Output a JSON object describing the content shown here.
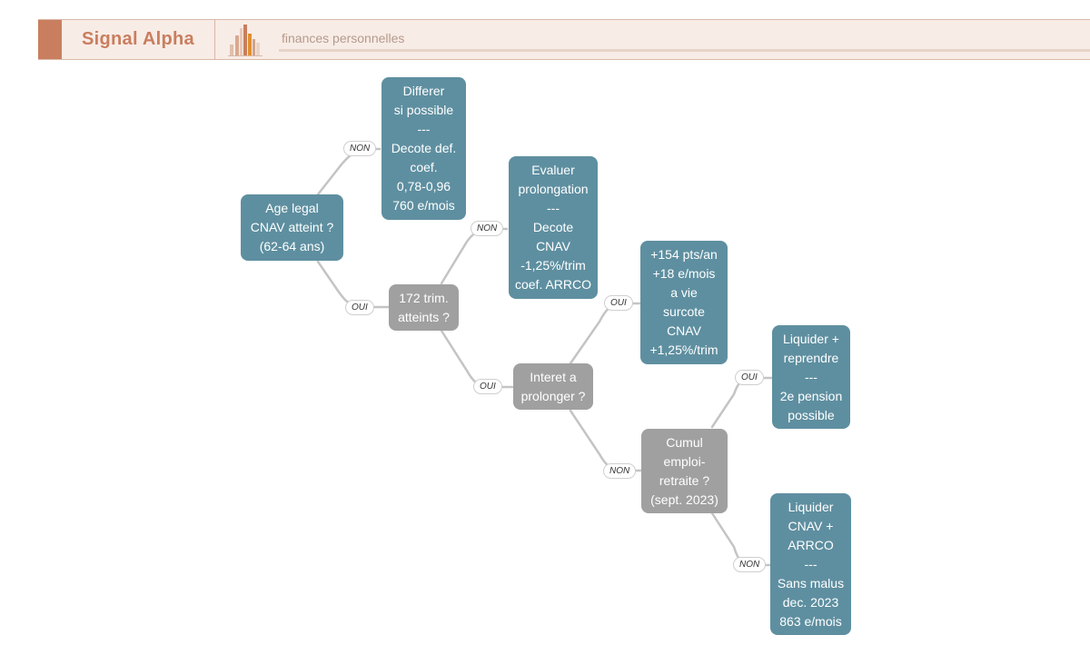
{
  "header": {
    "brand": "Signal Alpha",
    "subtitle": "finances personnelles",
    "accent_color": "#c97e5f",
    "logo_icon": "bar-chart-icon"
  },
  "diagram": {
    "colors": {
      "leaf": "#5e8fa0",
      "question": "#a0a0a0",
      "edge": "#c4c4c4"
    },
    "nodes": {
      "n_age": "Age legal\nCNAV atteint ?\n(62-64 ans)",
      "n_differer": "Differer\nsi possible\n---\nDecote def.\ncoef.\n0,78-0,96\n760 e/mois",
      "n_172": "172 trim.\natteints ?",
      "n_evaluer": "Evaluer\nprolongation\n---\nDecote\nCNAV\n-1,25%/trim\ncoef. ARRCO",
      "n_interet": "Interet a\nprolonger ?",
      "n_154": "+154 pts/an\n+18 e/mois\na vie\nsurcote\nCNAV\n+1,25%/trim",
      "n_cumul": "Cumul\nemploi-\nretraite ?\n(sept. 2023)",
      "n_liquider_rep": "Liquider +\nreprendre\n---\n2e pension\npossible",
      "n_liquider_cnav": "Liquider\nCNAV +\nARRCO\n---\nSans malus\ndec. 2023\n863 e/mois"
    },
    "edge_labels": {
      "e1": "NON",
      "e2": "OUI",
      "e3": "NON",
      "e4": "OUI",
      "e5": "OUI",
      "e6": "NON",
      "e7": "OUI",
      "e8": "NON"
    }
  }
}
